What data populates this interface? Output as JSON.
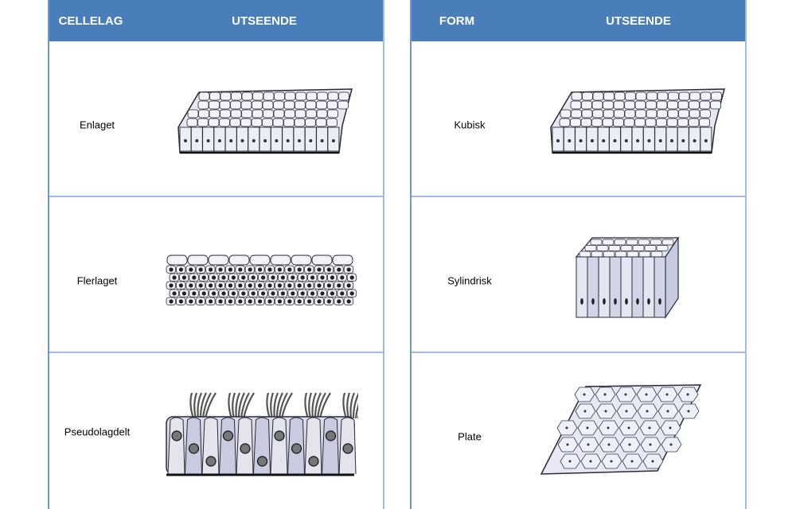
{
  "left_table": {
    "headers": [
      "CELLELAG",
      "UTSEENDE"
    ],
    "rows": [
      {
        "label": "Enlaget",
        "illustration": "simple-cuboidal-epithelium"
      },
      {
        "label": "Flerlaget",
        "illustration": "stratified-epithelium"
      },
      {
        "label": "Pseudolagdelt",
        "illustration": "pseudostratified-ciliated-epithelium"
      }
    ]
  },
  "right_table": {
    "headers": [
      "FORM",
      "UTSEENDE"
    ],
    "rows": [
      {
        "label": "Kubisk",
        "illustration": "cuboidal-epithelium"
      },
      {
        "label": "Sylindrisk",
        "illustration": "columnar-epithelium"
      },
      {
        "label": "Plate",
        "illustration": "squamous-epithelium"
      }
    ]
  },
  "colors": {
    "header": "#4a7ebb",
    "border": "#9fbbe0",
    "cell_fill": "#e6e8f2",
    "cell_stroke": "#2a2a35"
  }
}
